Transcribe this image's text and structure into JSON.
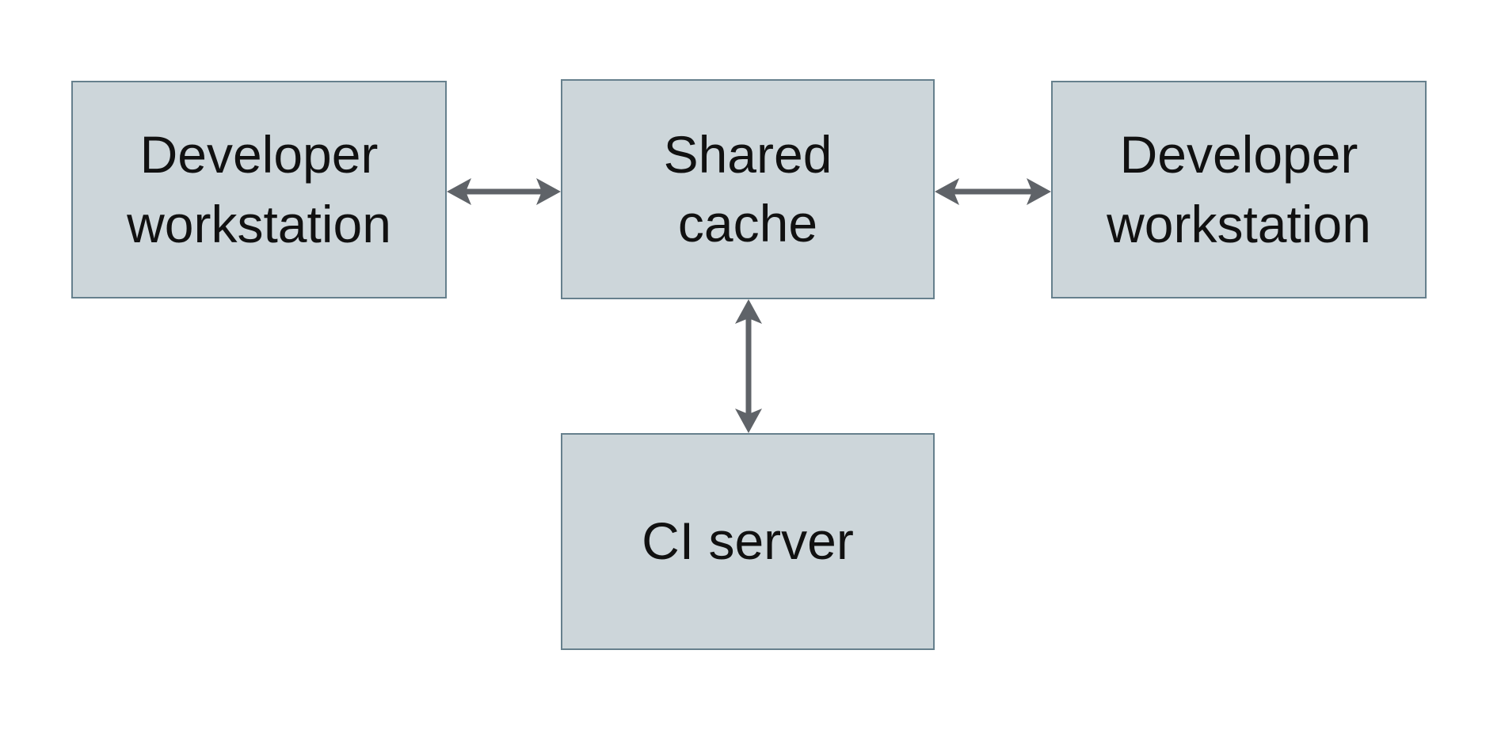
{
  "diagram": {
    "nodes": [
      {
        "id": "developer-workstation-left",
        "label": "Developer\nworkstation"
      },
      {
        "id": "shared-cache",
        "label": "Shared\ncache"
      },
      {
        "id": "developer-workstation-right",
        "label": "Developer\nworkstation"
      },
      {
        "id": "ci-server",
        "label": "CI server"
      }
    ],
    "connections": [
      {
        "from": "developer-workstation-left",
        "to": "shared-cache",
        "bidirectional": true
      },
      {
        "from": "shared-cache",
        "to": "developer-workstation-right",
        "bidirectional": true
      },
      {
        "from": "shared-cache",
        "to": "ci-server",
        "bidirectional": true
      }
    ],
    "colors": {
      "background": "#ffffff",
      "node_fill": "#cdd6da",
      "node_border": "#66808d",
      "arrow": "#5f6368",
      "text": "#111111"
    }
  }
}
